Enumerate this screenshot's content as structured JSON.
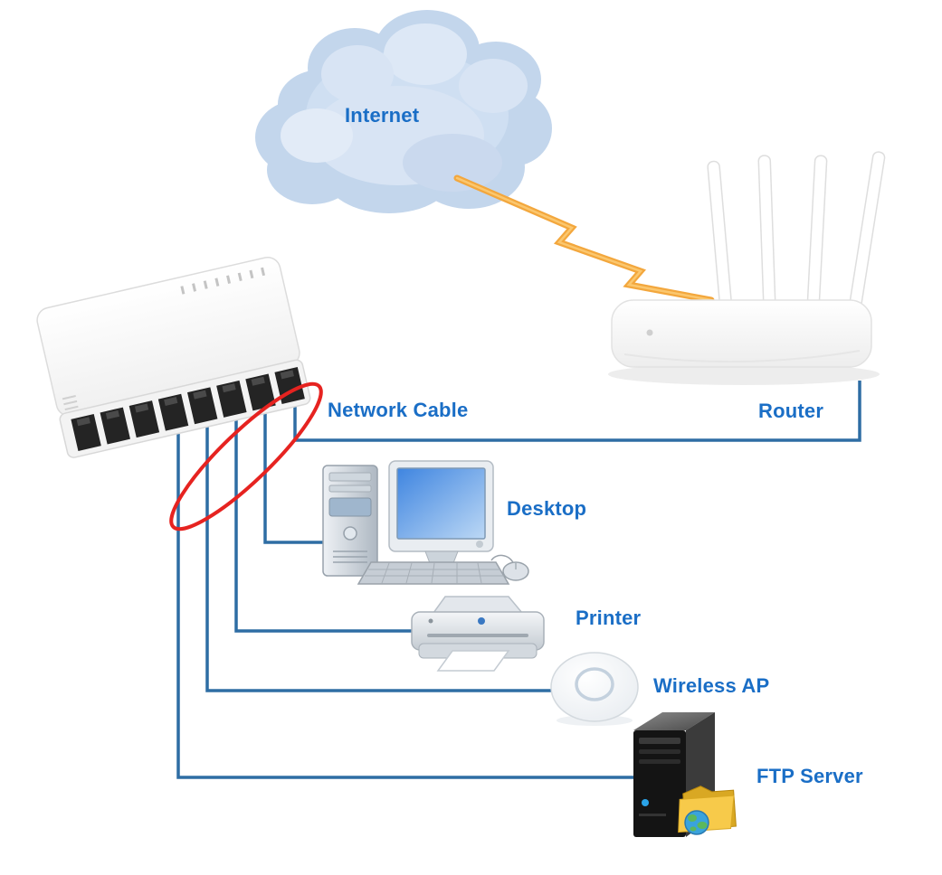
{
  "diagram": {
    "labels": {
      "internet": "Internet",
      "network_cable": "Network Cable",
      "router": "Router",
      "desktop": "Desktop",
      "printer": "Printer",
      "wireless_ap": "Wireless AP",
      "ftp_server": "FTP Server"
    },
    "connections": [
      {
        "from": "Internet",
        "to": "Router",
        "type": "wireless-link"
      },
      {
        "from": "Router",
        "to": "Switch",
        "type": "network-cable"
      },
      {
        "from": "Switch",
        "to": "Desktop",
        "type": "network-cable"
      },
      {
        "from": "Switch",
        "to": "Printer",
        "type": "network-cable"
      },
      {
        "from": "Switch",
        "to": "Wireless AP",
        "type": "network-cable"
      },
      {
        "from": "Switch",
        "to": "FTP Server",
        "type": "network-cable"
      }
    ],
    "colors": {
      "label_text": "#1a6ec6",
      "cable": "#2e6da4",
      "lightning": "#f3a73d",
      "highlight_ellipse": "#e62320",
      "cloud_fill": "#c9dbee"
    }
  }
}
